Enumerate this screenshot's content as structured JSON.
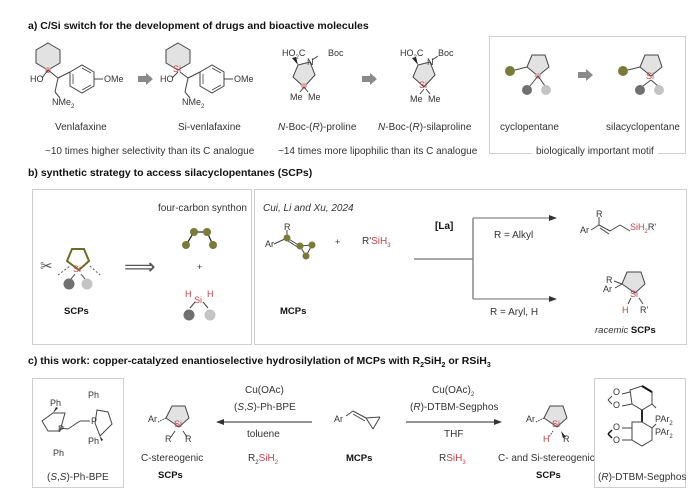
{
  "section_a": {
    "title": "a) C/Si switch for the development of drugs and bioactive molecules",
    "venlafaxine": {
      "name": "Venlafaxine",
      "atoms": {
        "ho": "HO",
        "ome": "OMe",
        "nme2": "NMe",
        "nme2_sub": "2"
      }
    },
    "si_venlafaxine": {
      "name": "Si-venlafaxine",
      "atoms": {
        "si": "Si",
        "ho": "HO",
        "ome": "OMe",
        "nme2": "NMe",
        "nme2_sub": "2"
      }
    },
    "venlafaxine_note": "~10 times higher selectivity than its C analogue",
    "proline": {
      "name_prefix": "N",
      "name_rest": "-Boc-(",
      "name_r": "R",
      "name_end": ")-proline",
      "atoms": {
        "ho2c": "HO",
        "ho2c_sub": "2",
        "ho2c_c": "C",
        "boc": "Boc",
        "n": "N",
        "me1": "Me",
        "me2": "Me"
      }
    },
    "silaproline": {
      "name_prefix": "N",
      "name_rest": "-Boc-(",
      "name_r": "R",
      "name_end": ")-silaproline",
      "atoms": {
        "ho2c": "HO",
        "ho2c_sub": "2",
        "ho2c_c": "C",
        "boc": "Boc",
        "n": "N",
        "si": "Si",
        "me1": "Me",
        "me2": "Me"
      }
    },
    "proline_note": "~14 times more lipophilic than its C analogue",
    "motif_box": {
      "cyclopentane": "cyclopentane",
      "silacyclopentane": "silacyclopentane",
      "si": "Si",
      "caption": "biologically important motif"
    }
  },
  "section_b": {
    "title": "b) synthetic strategy to access silacyclopentanes (SCPs)",
    "left_box": {
      "scps_label": "SCPs",
      "si": "Si",
      "synthon_label": "four-carbon synthon",
      "plus": "+",
      "h_left": "H",
      "h_right": "H",
      "si_bottom": "Si",
      "scissors_icon": "✂",
      "retro_arrow": "⟹"
    },
    "right_box": {
      "citation": "Cui, Li and Xu, 2024",
      "mcp_label": "MCPs",
      "mcp_atoms": {
        "r": "R",
        "ar": "Ar"
      },
      "plus": "+",
      "silane_prefix": "R'",
      "silane_si": "SiH",
      "silane_sub": "3",
      "catalyst": "[La]",
      "upper_condition": "R = Alkyl",
      "lower_condition": "R = Aryl, H",
      "upper_product": {
        "r": "R",
        "ar": "Ar",
        "sih2": "SiH",
        "sub": "2",
        "rprime": "R'"
      },
      "lower_product": {
        "r": "R",
        "ar": "Ar",
        "si": "Si",
        "h": "H",
        "rprime": "R'"
      },
      "lower_product_label_italic": "racemic",
      "lower_product_label_bold": "SCPs"
    }
  },
  "section_c": {
    "title_main": "c) this work: copper-catalyzed enantioselective hydrosilylation of MCPs with R",
    "title_sub1": "2",
    "title_mid": "SiH",
    "title_sub2": "2",
    "title_or": " or RSiH",
    "title_sub3": "3",
    "ph_bpe_box": {
      "ph_labels": [
        "Ph",
        "Ph",
        "Ph",
        "Ph"
      ],
      "p_labels": [
        "P",
        "P"
      ],
      "name_open": "(",
      "name_s1": "S",
      "name_comma": ",",
      "name_s2": "S",
      "name_close": ")-Ph-BPE"
    },
    "left_product": {
      "ar": "Ar",
      "si": "Si",
      "r1": "R",
      "r2": "R",
      "label": "C-stereogenic",
      "label_bold": "SCPs"
    },
    "left_conditions": {
      "catalyst": "Cu(OAc)",
      "ligand_open": "(",
      "ligand_s1": "S",
      "ligand_comma": ",",
      "ligand_s2": "S",
      "ligand_close": ")-Ph-BPE",
      "solvent": "toluene",
      "silane_r": "R",
      "silane_sub": "2",
      "silane_si": "SiH",
      "silane_sub2": "2"
    },
    "center": {
      "ar": "Ar",
      "label": "MCPs"
    },
    "right_conditions": {
      "catalyst": "Cu(OAc)",
      "catalyst_sub": "2",
      "ligand_open": "(",
      "ligand_r": "R",
      "ligand_close": ")-DTBM-Segphos",
      "solvent": "THF",
      "silane_r": "R",
      "silane_si": "SiH",
      "silane_sub": "3"
    },
    "right_product": {
      "ar": "Ar",
      "si": "Si",
      "h": "H",
      "r": "R",
      "label": "C- and Si-stereogenic",
      "label_bold": "SCPs"
    },
    "segphos_box": {
      "o_labels": [
        "O",
        "O",
        "O",
        "O"
      ],
      "par2_1": "PAr",
      "par2_1_sub": "2",
      "par2_2": "PAr",
      "par2_2_sub": "2",
      "name_open": "(",
      "name_r": "R",
      "name_close": ")-DTBM-Segphos"
    }
  },
  "colors": {
    "olive": "#7a7a3a",
    "si_red": "#c0424a",
    "pink_highlight": "#e8a0a8",
    "ring_fill": "#e0e0e0",
    "dark_grey_ball": "#707070",
    "light_grey_ball": "#c4c4c4",
    "arrow_grey": "#8a8a8a",
    "box_border": "#cfcfcf"
  }
}
